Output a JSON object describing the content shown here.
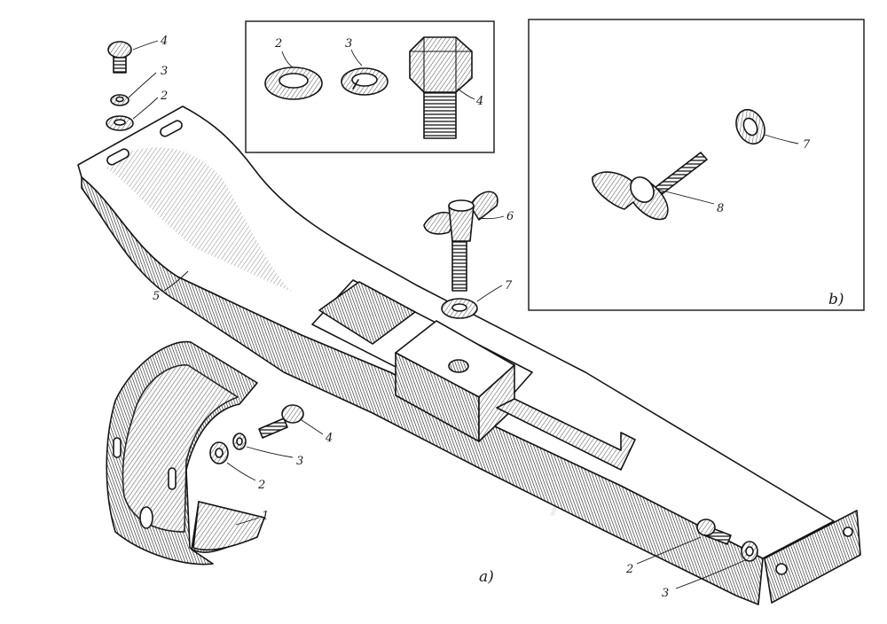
{
  "watermark": "AutoSoft",
  "captions": {
    "a": "a)",
    "b": "b)"
  },
  "labels": {
    "top_bolt": "4",
    "top_lock_washer": "3",
    "top_washer": "2",
    "inset_washer": "2",
    "inset_lock_washer": "3",
    "inset_bolt": "4",
    "bracket": "5",
    "wing_bolt": "6",
    "wing_washer": "7",
    "side_bolt": "4",
    "side_lock_washer": "3",
    "side_washer": "2",
    "clamp": "1",
    "end_bolt": "2",
    "end_washer": "3",
    "b_washer": "7",
    "b_wing_bolt": "8"
  },
  "colors": {
    "ink": "#151515",
    "paper": "#ffffff",
    "watermark": "#ececec"
  }
}
